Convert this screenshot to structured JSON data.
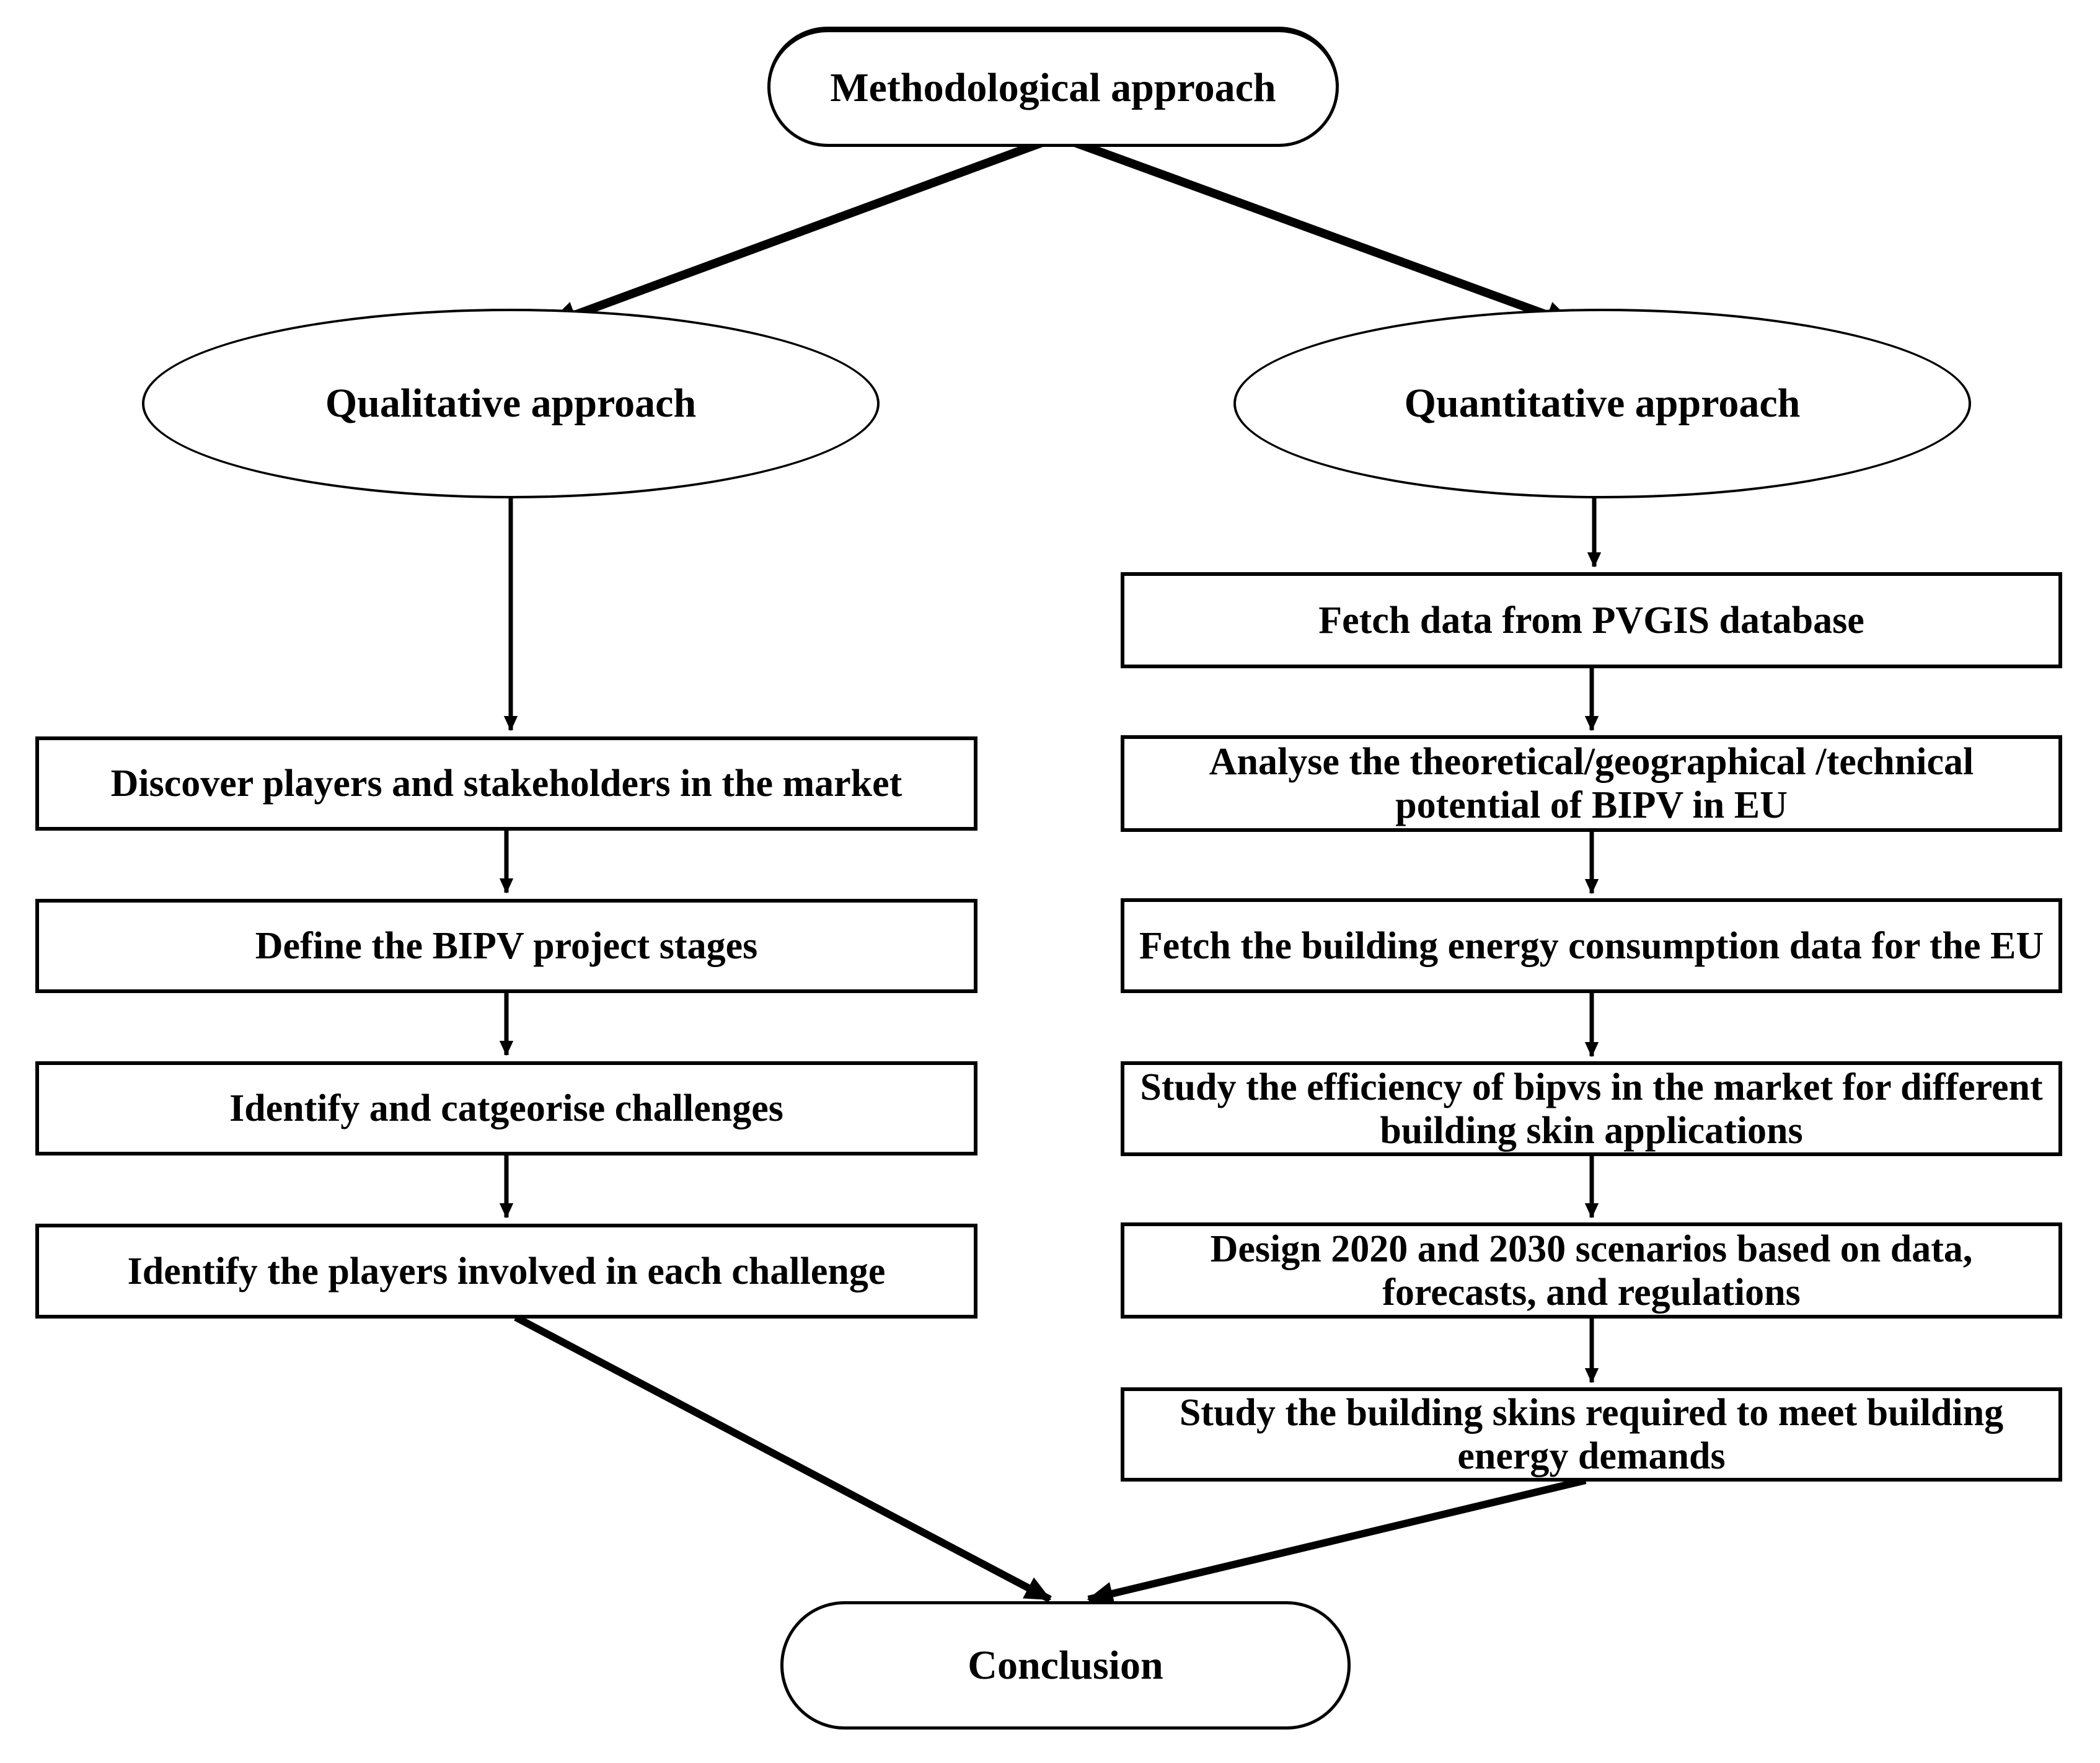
{
  "colors": {
    "ink": "#000000",
    "background": "#ffffff"
  },
  "flowchart": {
    "root": "Methodological approach",
    "qualitative": {
      "label": "Qualitative approach",
      "steps": [
        "Discover players and stakeholders in the market",
        "Define the BIPV project stages",
        "Identify and catgeorise challenges",
        "Identify the players involved in each challenge"
      ]
    },
    "quantitative": {
      "label": "Quantitative approach",
      "steps": [
        "Fetch data from PVGIS database",
        "Analyse the theoretical/geographical /technical potential of BIPV in EU",
        "Fetch the building energy consumption data for the EU",
        "Study the efficiency of bipvs in the market for different building skin applications",
        "Design 2020 and 2030 scenarios based on data, forecasts, and regulations",
        "Study the building skins required to meet building energy demands"
      ]
    },
    "conclusion": "Conclusion"
  }
}
